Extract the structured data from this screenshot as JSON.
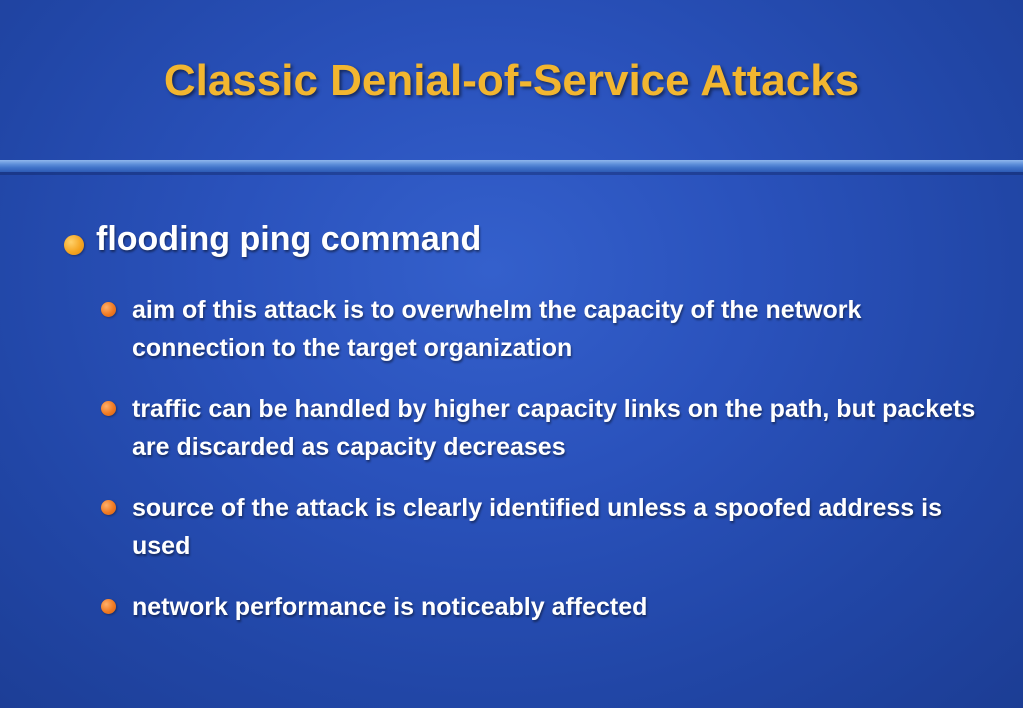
{
  "slide": {
    "title": "Classic Denial-of-Service Attacks",
    "bullets": [
      {
        "text": "flooding ping command",
        "subbullets": [
          "aim of this attack is to overwhelm the capacity of the network connection to the target organization",
          "traffic can be handled by higher capacity links on the path, but packets are discarded as capacity decreases",
          "source of the attack is clearly identified unless a spoofed address is used",
          "network performance is noticeably affected"
        ]
      }
    ]
  },
  "colors": {
    "background": "#2a52bc",
    "title": "#f2b630",
    "text": "#ffffff",
    "bullet_level1": "#f5a623",
    "bullet_level2": "#f07a22",
    "rule": "#5e8fda"
  },
  "icons": {
    "bullet_level1": "orange-circle-bullet-icon",
    "bullet_level2": "orange-circle-bullet-icon"
  }
}
